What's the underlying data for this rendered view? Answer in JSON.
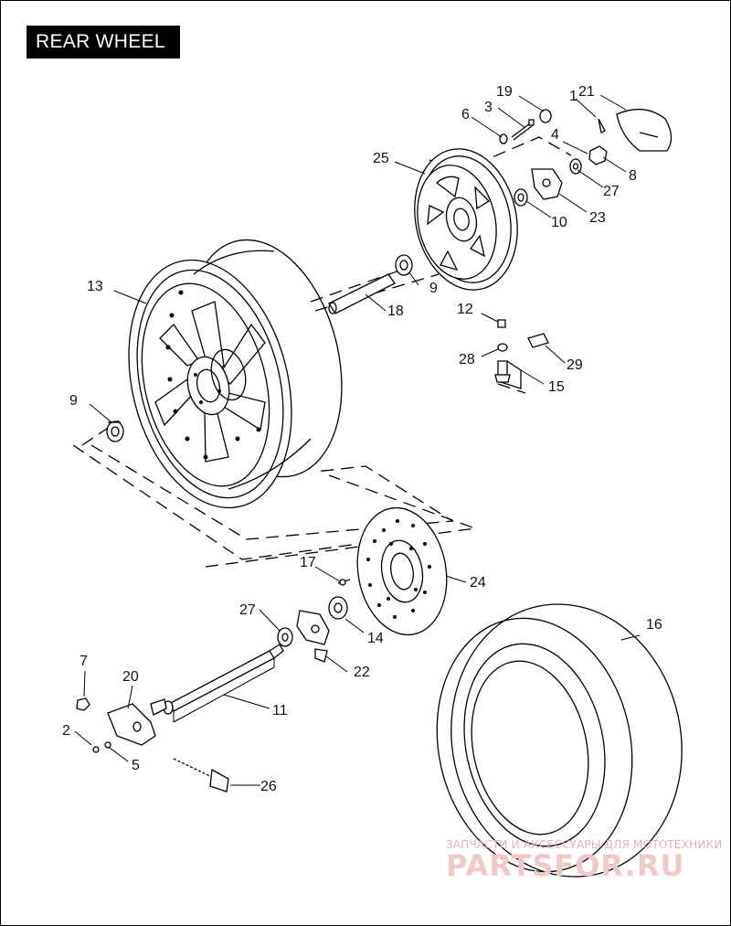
{
  "title": "REAR WHEEL",
  "labels": {
    "l1": "1",
    "l2": "2",
    "l3": "3",
    "l4": "4",
    "l5": "5",
    "l6": "6",
    "l7": "7",
    "l8": "8",
    "l9a": "9",
    "l9b": "9",
    "l10": "10",
    "l11": "11",
    "l12": "12",
    "l13": "13",
    "l14": "14",
    "l15": "15",
    "l16": "16",
    "l17": "17",
    "l18": "18",
    "l19": "19",
    "l20": "20",
    "l21": "21",
    "l22": "22",
    "l23": "23",
    "l24": "24",
    "l25": "25",
    "l26": "26",
    "l27a": "27",
    "l27b": "27",
    "l28": "28",
    "l29": "29"
  },
  "watermark": {
    "line1": "ЗАПЧАСТИ И АКСЕССУАРЫ ДЛЯ МОТОТЕХНИКИ",
    "line2": "PARTSFOR.RU"
  }
}
